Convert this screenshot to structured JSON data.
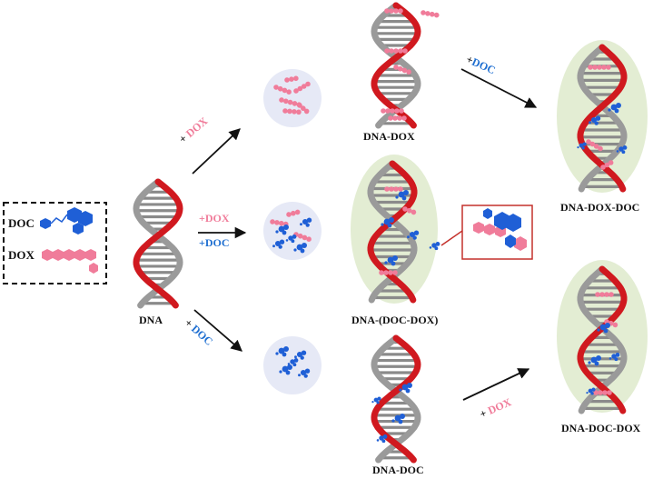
{
  "legend": {
    "doc_label": "DOC",
    "dox_label": "DOX"
  },
  "labels": {
    "dna": "DNA",
    "dna_dox": "DNA-DOX",
    "dna_doc_dox": "DNA-(DOC-DOX)",
    "dna_doc": "DNA-DOC",
    "dna_dox_doc": "DNA-DOX-DOC",
    "dna_doc_dox_final": "DNA-DOC-DOX"
  },
  "arrows": {
    "plus": "+",
    "dox": "DOX",
    "doc": "DOC",
    "plus_dox": "+DOX",
    "plus_doc": "+DOC"
  },
  "colors": {
    "dox_pink": "#f07c9a",
    "doc_blue": "#1f5fd6",
    "strand_red": "#d0191f",
    "strand_gray": "#9a9a9a",
    "circle_bg": "#e6e9f6",
    "ellipse_bg": "#e3edd3",
    "inset_border": "#c4302b"
  }
}
